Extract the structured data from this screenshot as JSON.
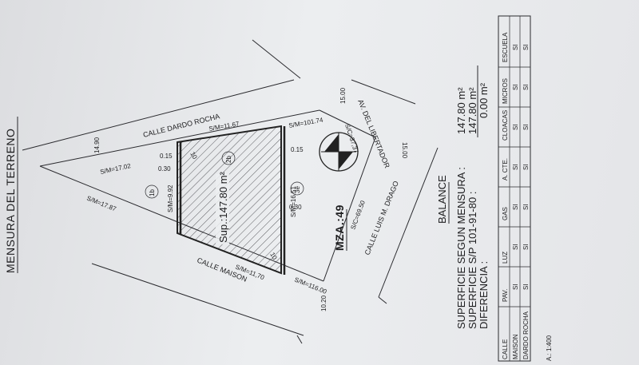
{
  "title": "MENSURA DEL TERRENO",
  "streets": {
    "dardo_rocha": "CALLE DARDO ROCHA",
    "maison": "CALLE MAISON",
    "libertador": "AV. DEL LIBERTADOR",
    "drago": "CALLE LUIS M. DRAGO"
  },
  "dimensions": {
    "sm_11_67": "S/M=11.67",
    "sm_101_74": "S/M=101.74",
    "sm_17_02": "S/M=17.02",
    "sm_17_87": "S/M=17.87",
    "sm_9_92": "S/M=9.92",
    "sm_16_51": "S/M=16.51",
    "sm_11_70": "S/M=11,70",
    "sm_116_00": "S/M=116.00",
    "sc_37_37": "S/C=37,37",
    "sc_69_50": "S/C=69.50",
    "v_14_90": "14.90",
    "v_15_00_a": "15.00",
    "v_15_00_b": "15.00",
    "v_10_20": "10.20",
    "v_0_15_a": "0.15",
    "v_0_30_a": "0.30",
    "v_0_15_b": "0.15",
    "v_0_30_b": "0.30",
    "v_10_1": "10",
    "v_10_2": "10"
  },
  "parcel": {
    "sup": "Sup.:147.80 m²",
    "lot_1b": "1b",
    "lot_2b": "2b",
    "lot_3e": "3e",
    "mza": "MZA.:49"
  },
  "balance": {
    "heading": "BALANCE",
    "row1_label": "SUPERFICIE SEGUN MENSURA :",
    "row1_value": "147.80 m²",
    "row2_label": "SUPERFICIE S/P 101-91-80 :",
    "row2_value": "147.80 m²",
    "row3_label": "DIFERENCIA :",
    "row3_value": "0.00 m²"
  },
  "services_table": {
    "corner": "CALLE",
    "columns": [
      "PAV.",
      "LUZ",
      "GAS",
      "A. CTE.",
      "CLOACAS",
      "MICROS",
      "ESCUELA"
    ],
    "rows": [
      {
        "name": "MAISON",
        "values": [
          "SI",
          "SI",
          "SI",
          "SI",
          "SI",
          "SI",
          "SI"
        ]
      },
      {
        "name": "DARDO ROCHA",
        "values": [
          "SI",
          "SI",
          "SI",
          "SI",
          "SI",
          "SI",
          "SI"
        ]
      }
    ]
  },
  "scale": "A.: 1:400"
}
